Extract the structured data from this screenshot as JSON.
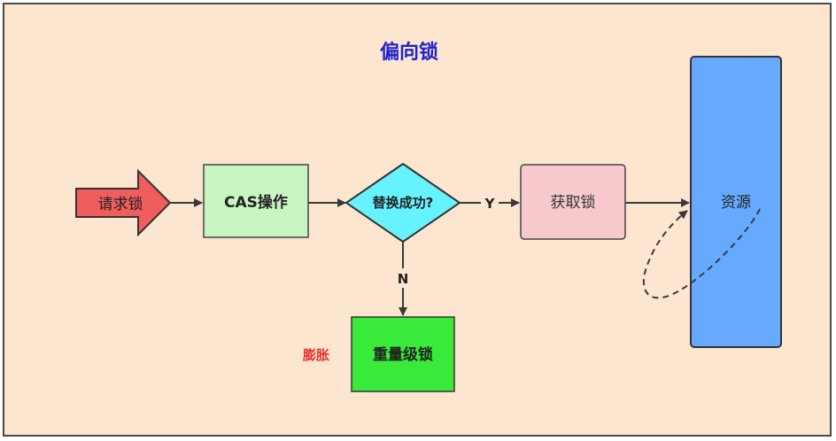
{
  "title": "偏向锁",
  "nodes": {
    "request": "请求锁",
    "cas": "CAS操作",
    "decision": "替换成功?",
    "acquire": "获取锁",
    "resource": "资源",
    "heavy": "重量级锁",
    "inflate": "膨胀"
  },
  "edges": {
    "yes": "Y",
    "no": "N"
  },
  "colors": {
    "background": "#fce6d0",
    "request_arrow": "#ef5d5d",
    "cas_box": "#c9f5c2",
    "decision": "#66f2ff",
    "acquire_box": "#f7c9cc",
    "resource_box": "#66aaff",
    "heavy_box": "#3aea3a",
    "title": "#2222cc",
    "inflate_text": "#e83030"
  }
}
